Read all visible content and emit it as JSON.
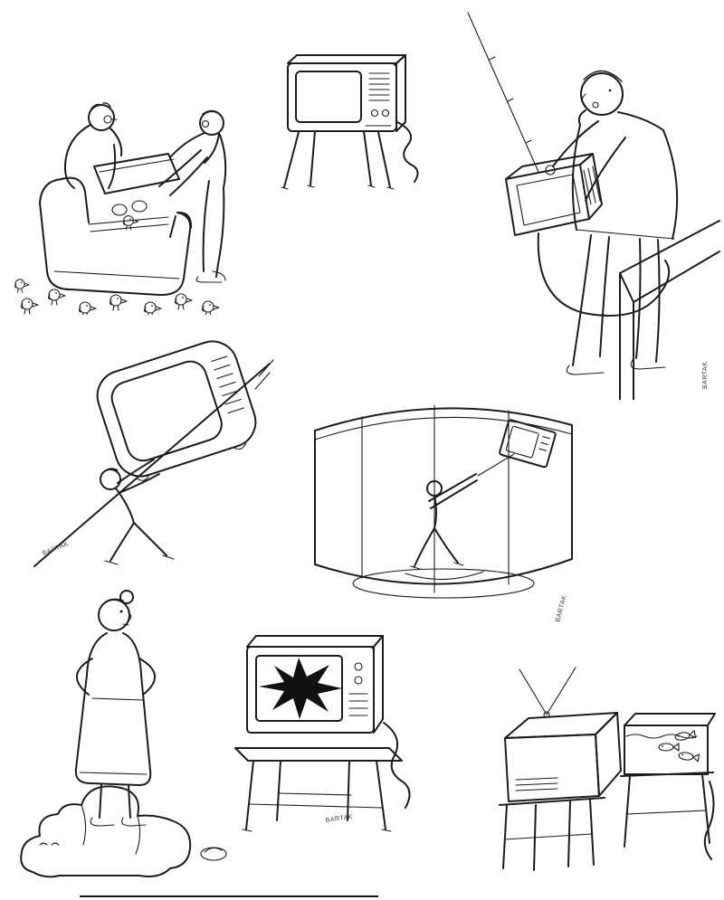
{
  "artwork": {
    "medium": "black-and-white cartoon line drawings about television",
    "ink_color": "#1c1c1c",
    "paper_color": "#ffffff",
    "signature": "BARTAK",
    "panels": [
      {
        "id": "armchair-chicks",
        "description": "Two men lift the seat cushion of an armchair and discover hatched chicks hopping around on the floor"
      },
      {
        "id": "tv-on-legs",
        "description": "Old television set on four splayed legs with a trailing power cord"
      },
      {
        "id": "tv-telephone",
        "description": "Man holds a portable TV with a long antenna to his ear like a telephone, its cord running onto a ledge"
      },
      {
        "id": "tv-uphill",
        "description": "Man pushes a huge television set up a steep slope"
      },
      {
        "id": "tv-hammer-throw",
        "description": "Man inside a circular panoramic enclosure swings a television on a cord like a hammer thrower"
      },
      {
        "id": "woman-slumped-armchair",
        "description": "Woman with hands on her hips scolds an armchair slumped over like a tired pet, a slipper lying nearby"
      },
      {
        "id": "broken-tv",
        "description": "Television on a table with a black starburst hole smashed in its screen"
      },
      {
        "id": "tv-aquarium",
        "description": "Television with rabbit-ear antenna faces an aquarium where fish watch the screen, cord dangling down"
      }
    ]
  }
}
